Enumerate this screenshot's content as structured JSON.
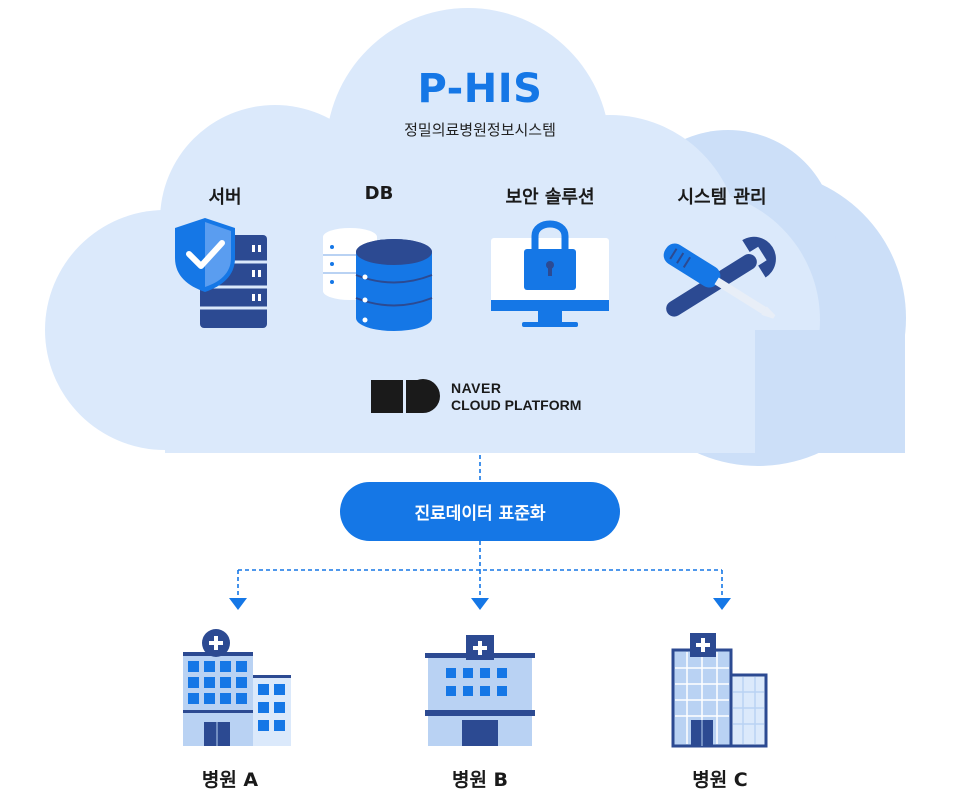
{
  "cloud": {
    "title": "P-HIS",
    "subtitle": "정밀의료병원정보시스템",
    "services": [
      {
        "label": "서버",
        "icon": "server-shield-icon"
      },
      {
        "label": "DB",
        "icon": "database-icon"
      },
      {
        "label": "보안 솔루션",
        "icon": "monitor-lock-icon"
      },
      {
        "label": "시스템 관리",
        "icon": "wrench-screwdriver-icon"
      }
    ],
    "provider": {
      "line1": "NAVER",
      "line2": "CLOUD PLATFORM",
      "icon": "naver-cloud-logo-icon"
    }
  },
  "standardization": {
    "label": "진료데이터 표준화"
  },
  "hospitals": [
    {
      "label": "병원 A",
      "icon": "hospital-building-icon"
    },
    {
      "label": "병원 B",
      "icon": "hospital-building-icon"
    },
    {
      "label": "병원 C",
      "icon": "hospital-building-icon"
    }
  ],
  "colors": {
    "accent": "#1577e6",
    "navy": "#2c4a92",
    "cloud": "#dbe9fb",
    "cloud_back": "#ccdff8",
    "light_blue": "#b9d2f3"
  }
}
